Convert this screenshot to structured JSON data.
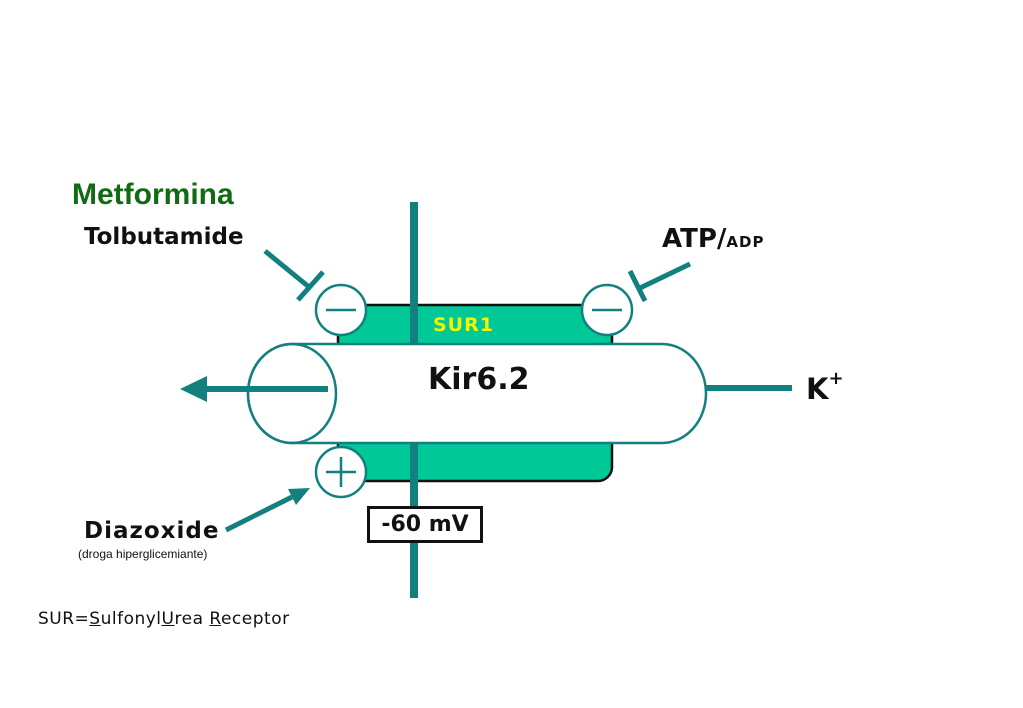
{
  "labels": {
    "metformina": "Metformina",
    "tolbutamide": "Tolbutamide",
    "atp": "ATP/",
    "adp": "ADP",
    "sur1": "SUR1",
    "kir": "Kir6.2",
    "k": "K",
    "k_charge": "+",
    "voltage": "-60 mV",
    "diazoxide": "Diazoxide",
    "diazoxide_note": "(droga hiperglicemiante)"
  },
  "legend": {
    "prefix": "SUR=",
    "sulfonyl_initial": "S",
    "sulfonyl_rest": "ulfonyl",
    "urea_initial": "U",
    "urea_rest": "rea ",
    "receptor_initial": "R",
    "receptor_rest": "eceptor"
  },
  "colors": {
    "teal": "#138080",
    "sur_fill": "#00c896",
    "sur_text": "#f5f500",
    "metformina": "#126b12"
  }
}
